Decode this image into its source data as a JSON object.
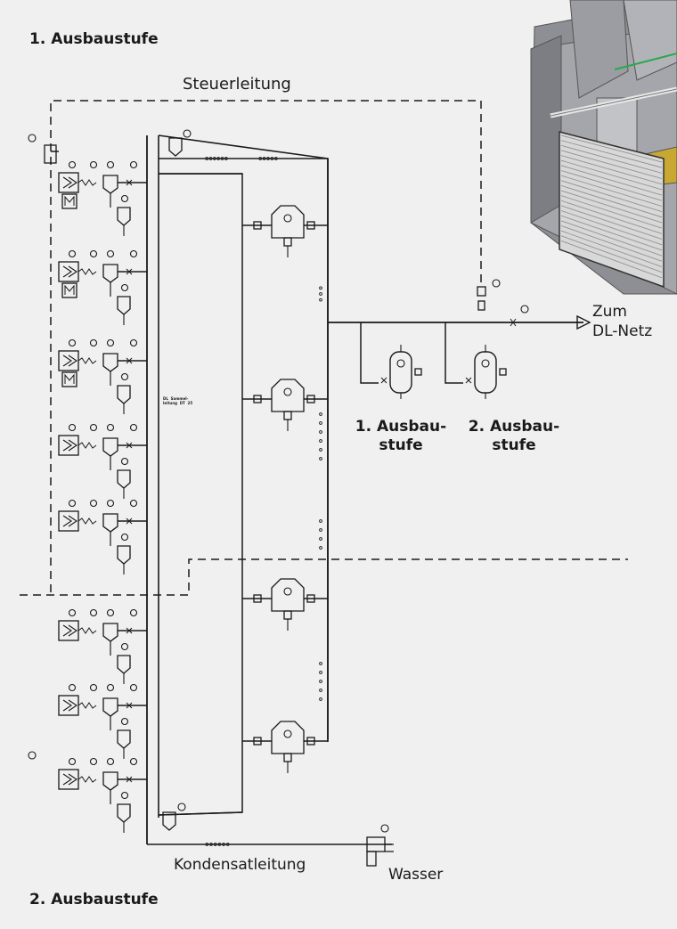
{
  "title_top": "1. Ausbaustufe",
  "title_bottom": "2. Ausbaustufe",
  "lines": {
    "control": "Steuerleitung",
    "condensate": "Kondensatleitung",
    "water": "Wasser"
  },
  "outlet": {
    "line1": "Zum",
    "line2": "DL-Netz"
  },
  "receivers": [
    {
      "line1": "1. Ausbau-",
      "line2": "stufe"
    },
    {
      "line1": "2. Ausbau-",
      "line2": "stufe"
    }
  ],
  "small_note": "DL  Sammel-\nleitung  DT  25",
  "colors": {
    "background": "#f0f0f0",
    "line": "#1a1a1a",
    "housing": "#a5a6ab",
    "shutter": "#d8d8d8",
    "accent_green": "#2aa84a",
    "accent_yellow": "#c8a832"
  }
}
